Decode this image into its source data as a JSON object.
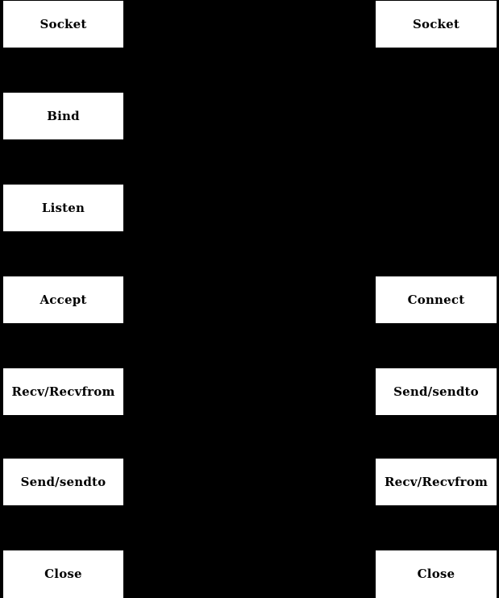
{
  "diagram": {
    "type": "flowchart",
    "background_color": "#000000",
    "node_fill_color": "#ffffff",
    "node_text_color": "#000000",
    "columns": [
      {
        "id": "server",
        "nodes": [
          {
            "id": "server-socket",
            "label": "Socket",
            "row": 0
          },
          {
            "id": "server-bind",
            "label": "Bind",
            "row": 1
          },
          {
            "id": "server-listen",
            "label": "Listen",
            "row": 2
          },
          {
            "id": "server-accept",
            "label": "Accept",
            "row": 3
          },
          {
            "id": "server-recv",
            "label": "Recv/Recvfrom",
            "row": 4
          },
          {
            "id": "server-send",
            "label": "Send/sendto",
            "row": 5
          },
          {
            "id": "server-close",
            "label": "Close",
            "row": 6
          }
        ]
      },
      {
        "id": "client",
        "nodes": [
          {
            "id": "client-socket",
            "label": "Socket",
            "row": 0
          },
          {
            "id": "client-connect",
            "label": "Connect",
            "row": 3
          },
          {
            "id": "client-send",
            "label": "Send/sendto",
            "row": 4
          },
          {
            "id": "client-recv",
            "label": "Recv/Recvfrom",
            "row": 5
          },
          {
            "id": "client-close",
            "label": "Close",
            "row": 6
          }
        ]
      }
    ]
  }
}
